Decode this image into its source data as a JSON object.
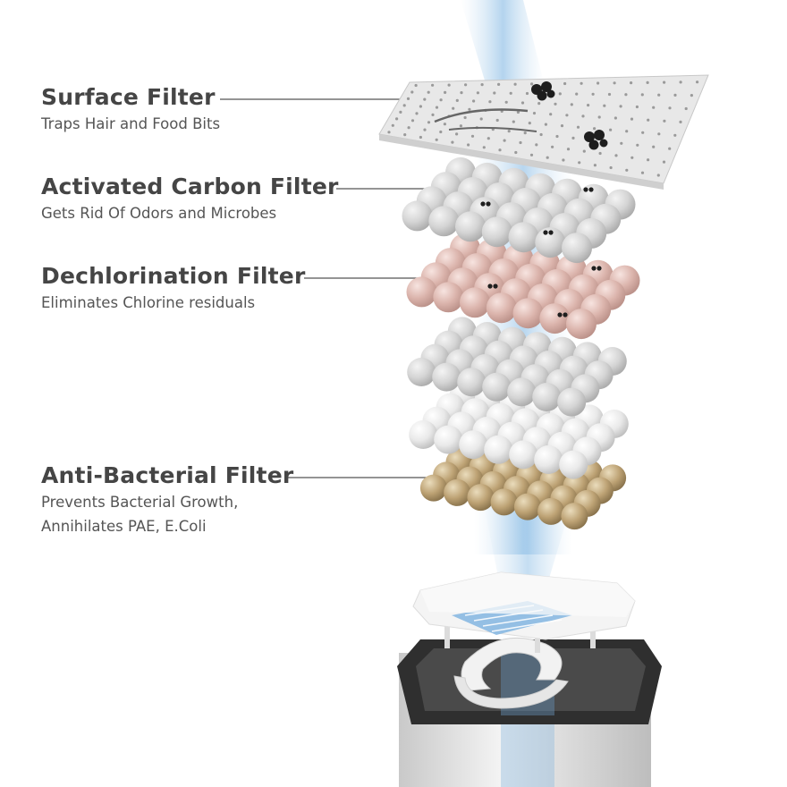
{
  "filters": [
    {
      "title": "Surface Filter",
      "desc_lines": [
        "Traps Hair and Food Bits"
      ]
    },
    {
      "title": "Activated Carbon Filter",
      "desc_lines": [
        "Gets Rid Of Odors and Microbes"
      ]
    },
    {
      "title": "Dechlorination Filter",
      "desc_lines": [
        "Eliminates Chlorine residuals"
      ]
    },
    {
      "title": "Anti-Bacterial Filter",
      "desc_lines": [
        "Prevents Bacterial Growth,",
        "Annihilates PAE, E.Coli"
      ]
    }
  ],
  "colors": {
    "background": "#ffffff",
    "text_title": "#454545",
    "text_desc": "#555555",
    "leader_line": "#555555",
    "water_stream": "#9cc7ea",
    "surface_plate": "#e6e6e6",
    "carbon_ball": "#d9d9d9",
    "dechlor_ball": "#dcb7b0",
    "antibac_ball": "#b9a072",
    "fountain_lid": "#f2f2f2",
    "fountain_basin": "#3a3a3a",
    "fountain_body": "#d0d0d0"
  },
  "icons": [
    "debris-cluster-icon",
    "microbe-icon"
  ]
}
